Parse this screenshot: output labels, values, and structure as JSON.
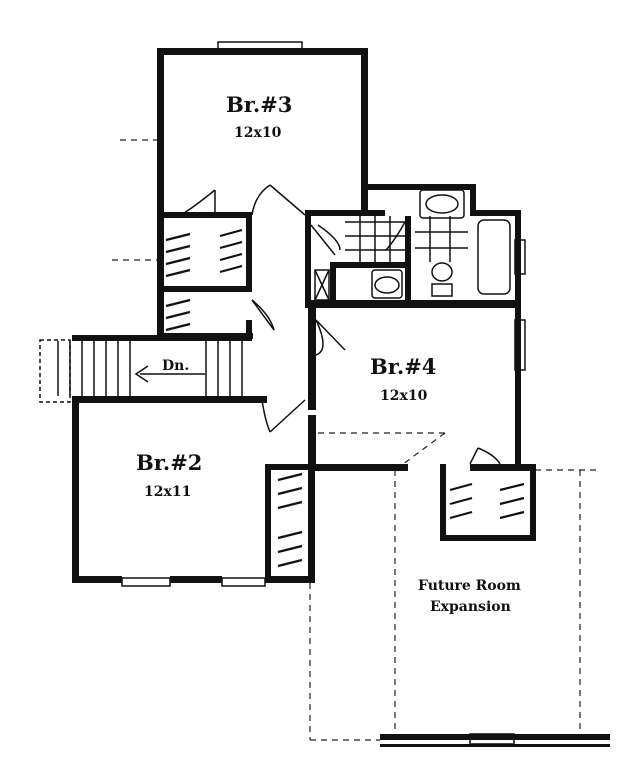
{
  "rooms": {
    "br3": {
      "name": "Br.#3",
      "size": "12x10"
    },
    "br4": {
      "name": "Br.#4",
      "size": "12x10"
    },
    "br2": {
      "name": "Br.#2",
      "size": "12x11"
    },
    "future": {
      "line1": "Future Room",
      "line2": "Expansion"
    }
  },
  "stair": {
    "label": "Dn."
  }
}
